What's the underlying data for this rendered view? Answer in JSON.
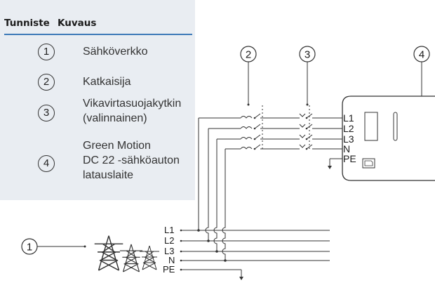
{
  "legend": {
    "header_id": "Tunniste",
    "header_desc": "Kuvaus",
    "rows": [
      {
        "id": "1",
        "text": "Sähköverkko"
      },
      {
        "id": "2",
        "text": "Katkaisija"
      },
      {
        "id": "3",
        "text": "Vikavirtasuojakytkin\n(valinnainen)"
      },
      {
        "id": "4",
        "text": "Green Motion\nDC 22 -sähköauton\nlatauslaite"
      }
    ]
  },
  "diagram": {
    "callouts": [
      "1",
      "2",
      "3",
      "4"
    ],
    "grid_labels": [
      "L1",
      "L2",
      "L3",
      "N",
      "PE"
    ],
    "charger_labels": [
      "L1",
      "L2",
      "L3",
      "N",
      "PE"
    ]
  }
}
